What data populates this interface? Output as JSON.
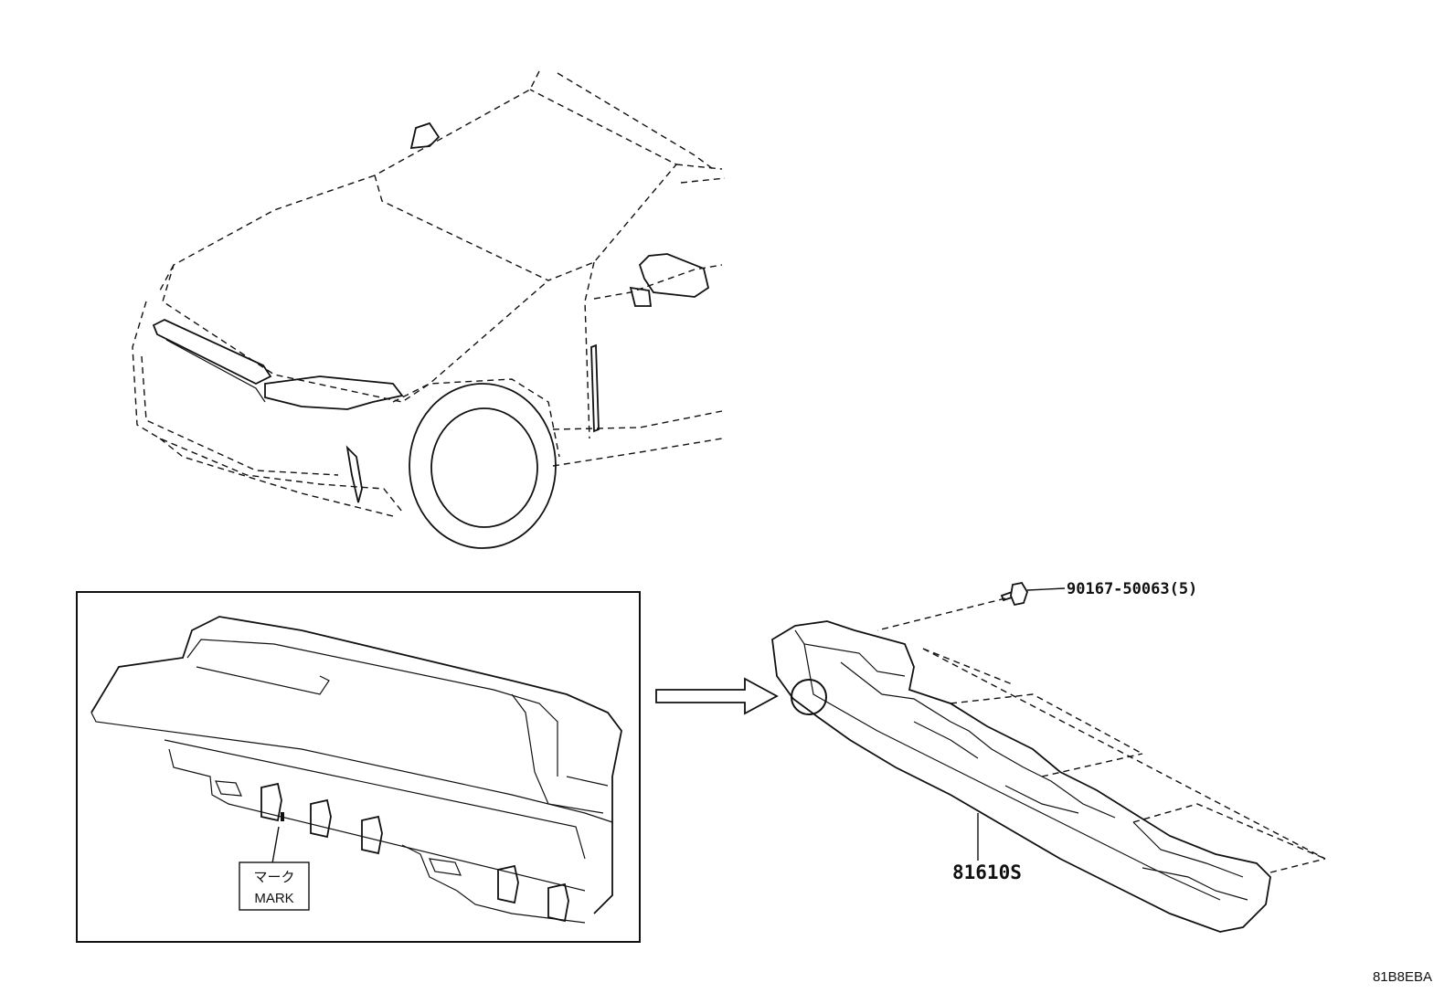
{
  "callouts": {
    "bolt": "90167-50063(5)",
    "bracket": "81610S"
  },
  "detail": {
    "mark_jp": "マーク",
    "mark_en": "MARK"
  },
  "diagram_code": "81B8EBA",
  "colors": {
    "line": "#111111",
    "background": "#ffffff"
  }
}
